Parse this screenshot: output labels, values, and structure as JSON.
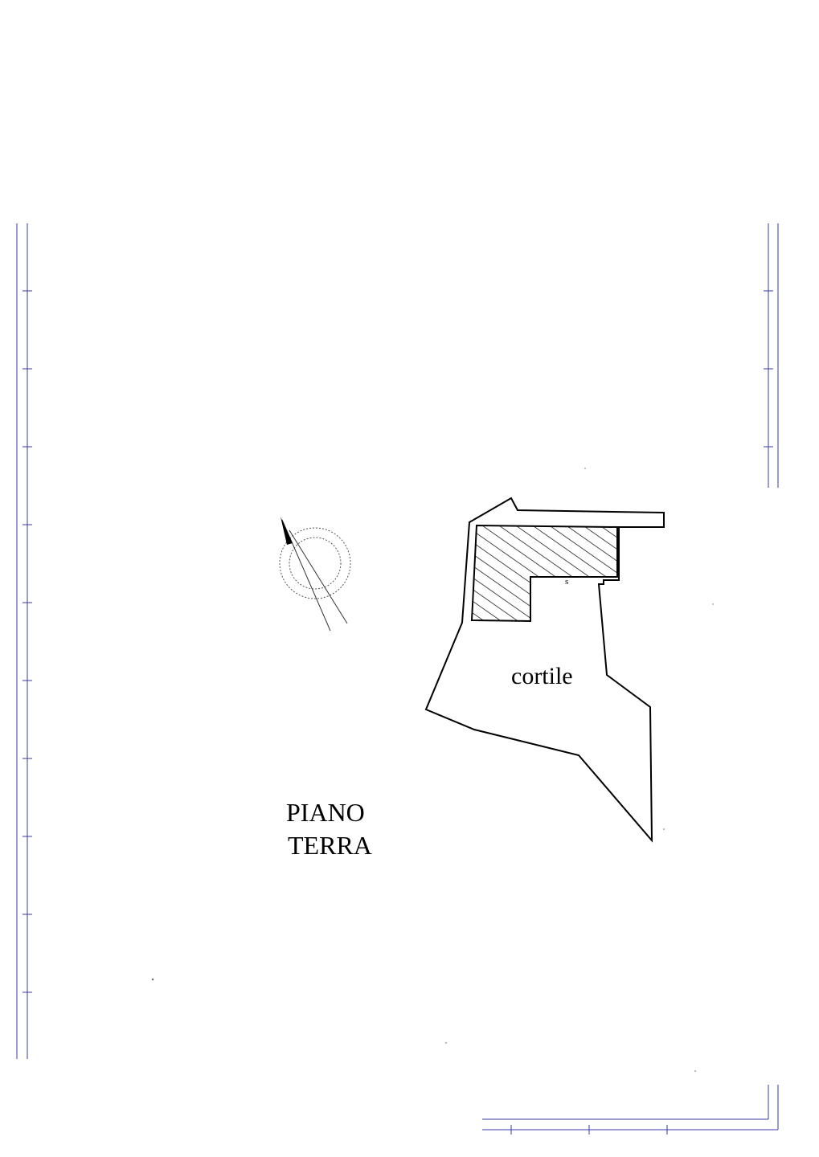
{
  "plan": {
    "courtyard_label": "cortile",
    "small_mark": "s",
    "title_line1": "PIANO",
    "title_line2": "TERRA"
  },
  "colors": {
    "ink": "#000000",
    "frame_lines": "#3a3aa8",
    "compass": "#555555"
  },
  "icons": {
    "north": "north-arrow-icon"
  }
}
